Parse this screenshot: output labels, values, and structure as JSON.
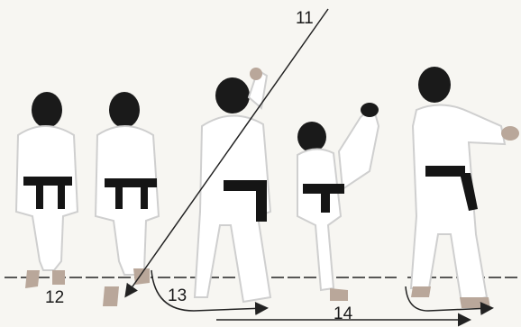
{
  "labels": {
    "step_11": "11",
    "step_12": "12",
    "step_13": "13",
    "step_14": "14"
  },
  "colors": {
    "background": "#f7f6f2",
    "gi": "#ffffff",
    "gi_shadow": "#cfcfcf",
    "belt": "#151515",
    "hair": "#1a1a1a",
    "skin": "#b9a79a",
    "line": "#222222"
  }
}
